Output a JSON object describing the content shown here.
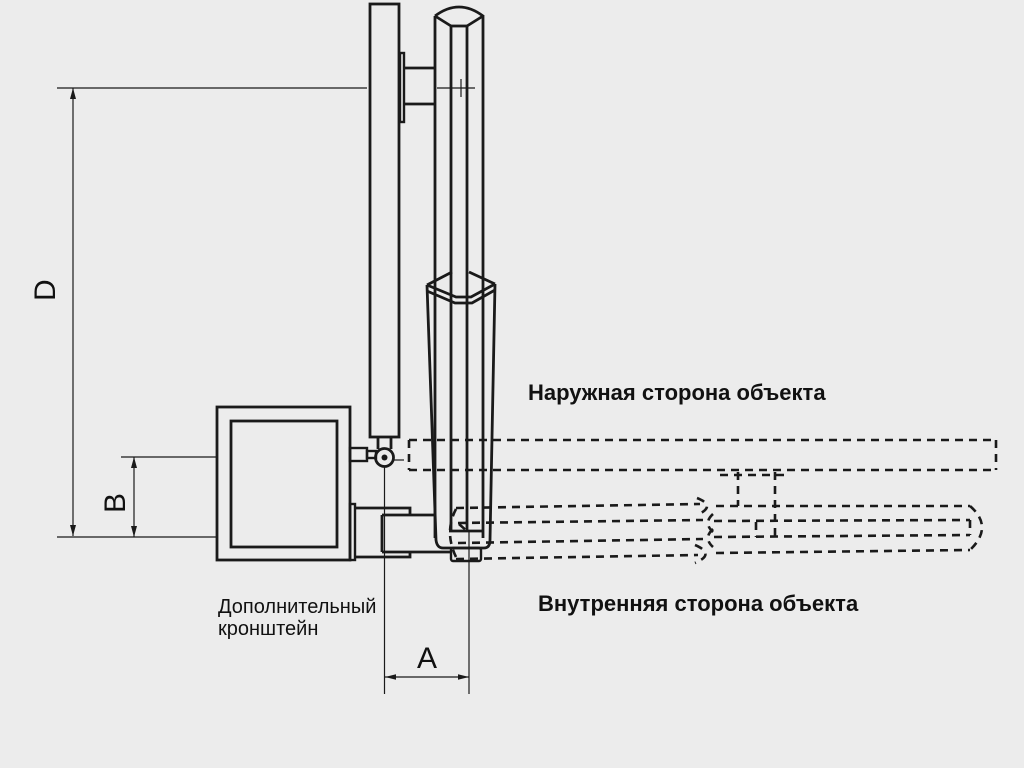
{
  "diagram": {
    "title_hint": "bracket installation scheme",
    "colors": {
      "background": "#ececec",
      "line": "#1a1a1a"
    },
    "labels": {
      "outer_side": "Наружная сторона объекта",
      "inner_side": "Внутренняя сторона объекта",
      "extra_bracket_line1": "Дополнительный",
      "extra_bracket_line2": "кронштейн"
    },
    "dimensions": {
      "vertical_full": "D",
      "vertical_small": "B",
      "horizontal_offset": "A"
    }
  }
}
